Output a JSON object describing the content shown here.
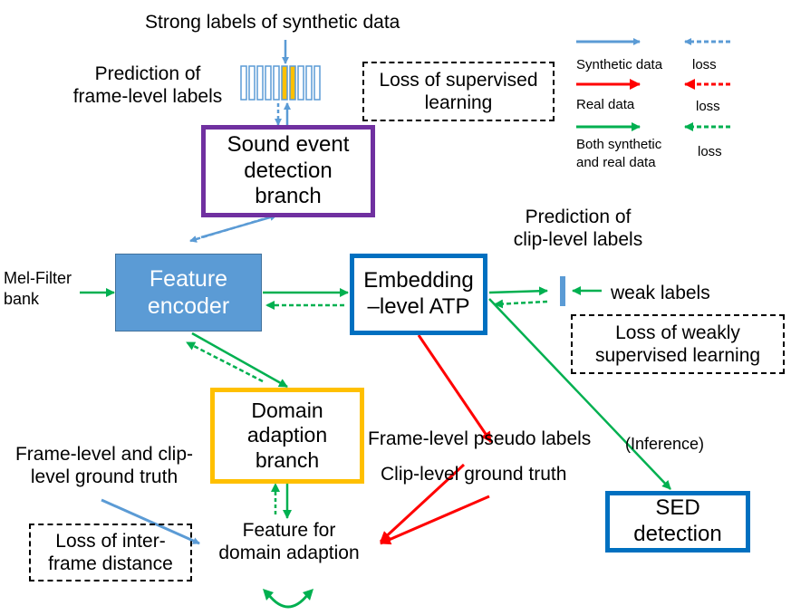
{
  "top_label": "Strong labels of synthetic data",
  "frame_pred": [
    "Prediction of",
    "frame-level labels"
  ],
  "loss_supervised": [
    "Loss of supervised",
    "learning"
  ],
  "legend": {
    "synthetic": "Synthetic data",
    "real": "Real data",
    "both": [
      "Both synthetic",
      "and real data"
    ],
    "loss1": "loss",
    "loss2": "loss",
    "loss3": "loss"
  },
  "sed_branch": [
    "Sound event",
    "detection",
    "branch"
  ],
  "clip_pred": [
    "Prediction of",
    "clip-level labels"
  ],
  "mel": [
    "Mel-Filter",
    "bank"
  ],
  "feature_encoder": [
    "Feature",
    "encoder"
  ],
  "embedding_atp": [
    "Embedding",
    "–level ATP"
  ],
  "weak_labels": "weak labels",
  "loss_weak": [
    "Loss of weakly",
    "supervised learning"
  ],
  "domain_branch": [
    "Domain",
    "adaption",
    "branch"
  ],
  "frame_pseudo": "Frame-level pseudo labels",
  "inference": "(Inference)",
  "frame_clip_gt": [
    "Frame-level and clip-",
    "level ground truth"
  ],
  "clip_gt": "Clip-level ground truth",
  "sed_detection": [
    "SED",
    "detection"
  ],
  "loss_inter": [
    "Loss of inter-",
    "frame distance"
  ],
  "feature_domain": [
    "Feature for",
    "domain adaption"
  ],
  "colors": {
    "synthetic": "#5b9bd5",
    "real": "#ff0000",
    "both": "#00b050",
    "encoder_fill": "#5b9bd5",
    "sed_border": "#7030a0",
    "atp_border": "#0070c0",
    "domain_border": "#ffc000"
  }
}
